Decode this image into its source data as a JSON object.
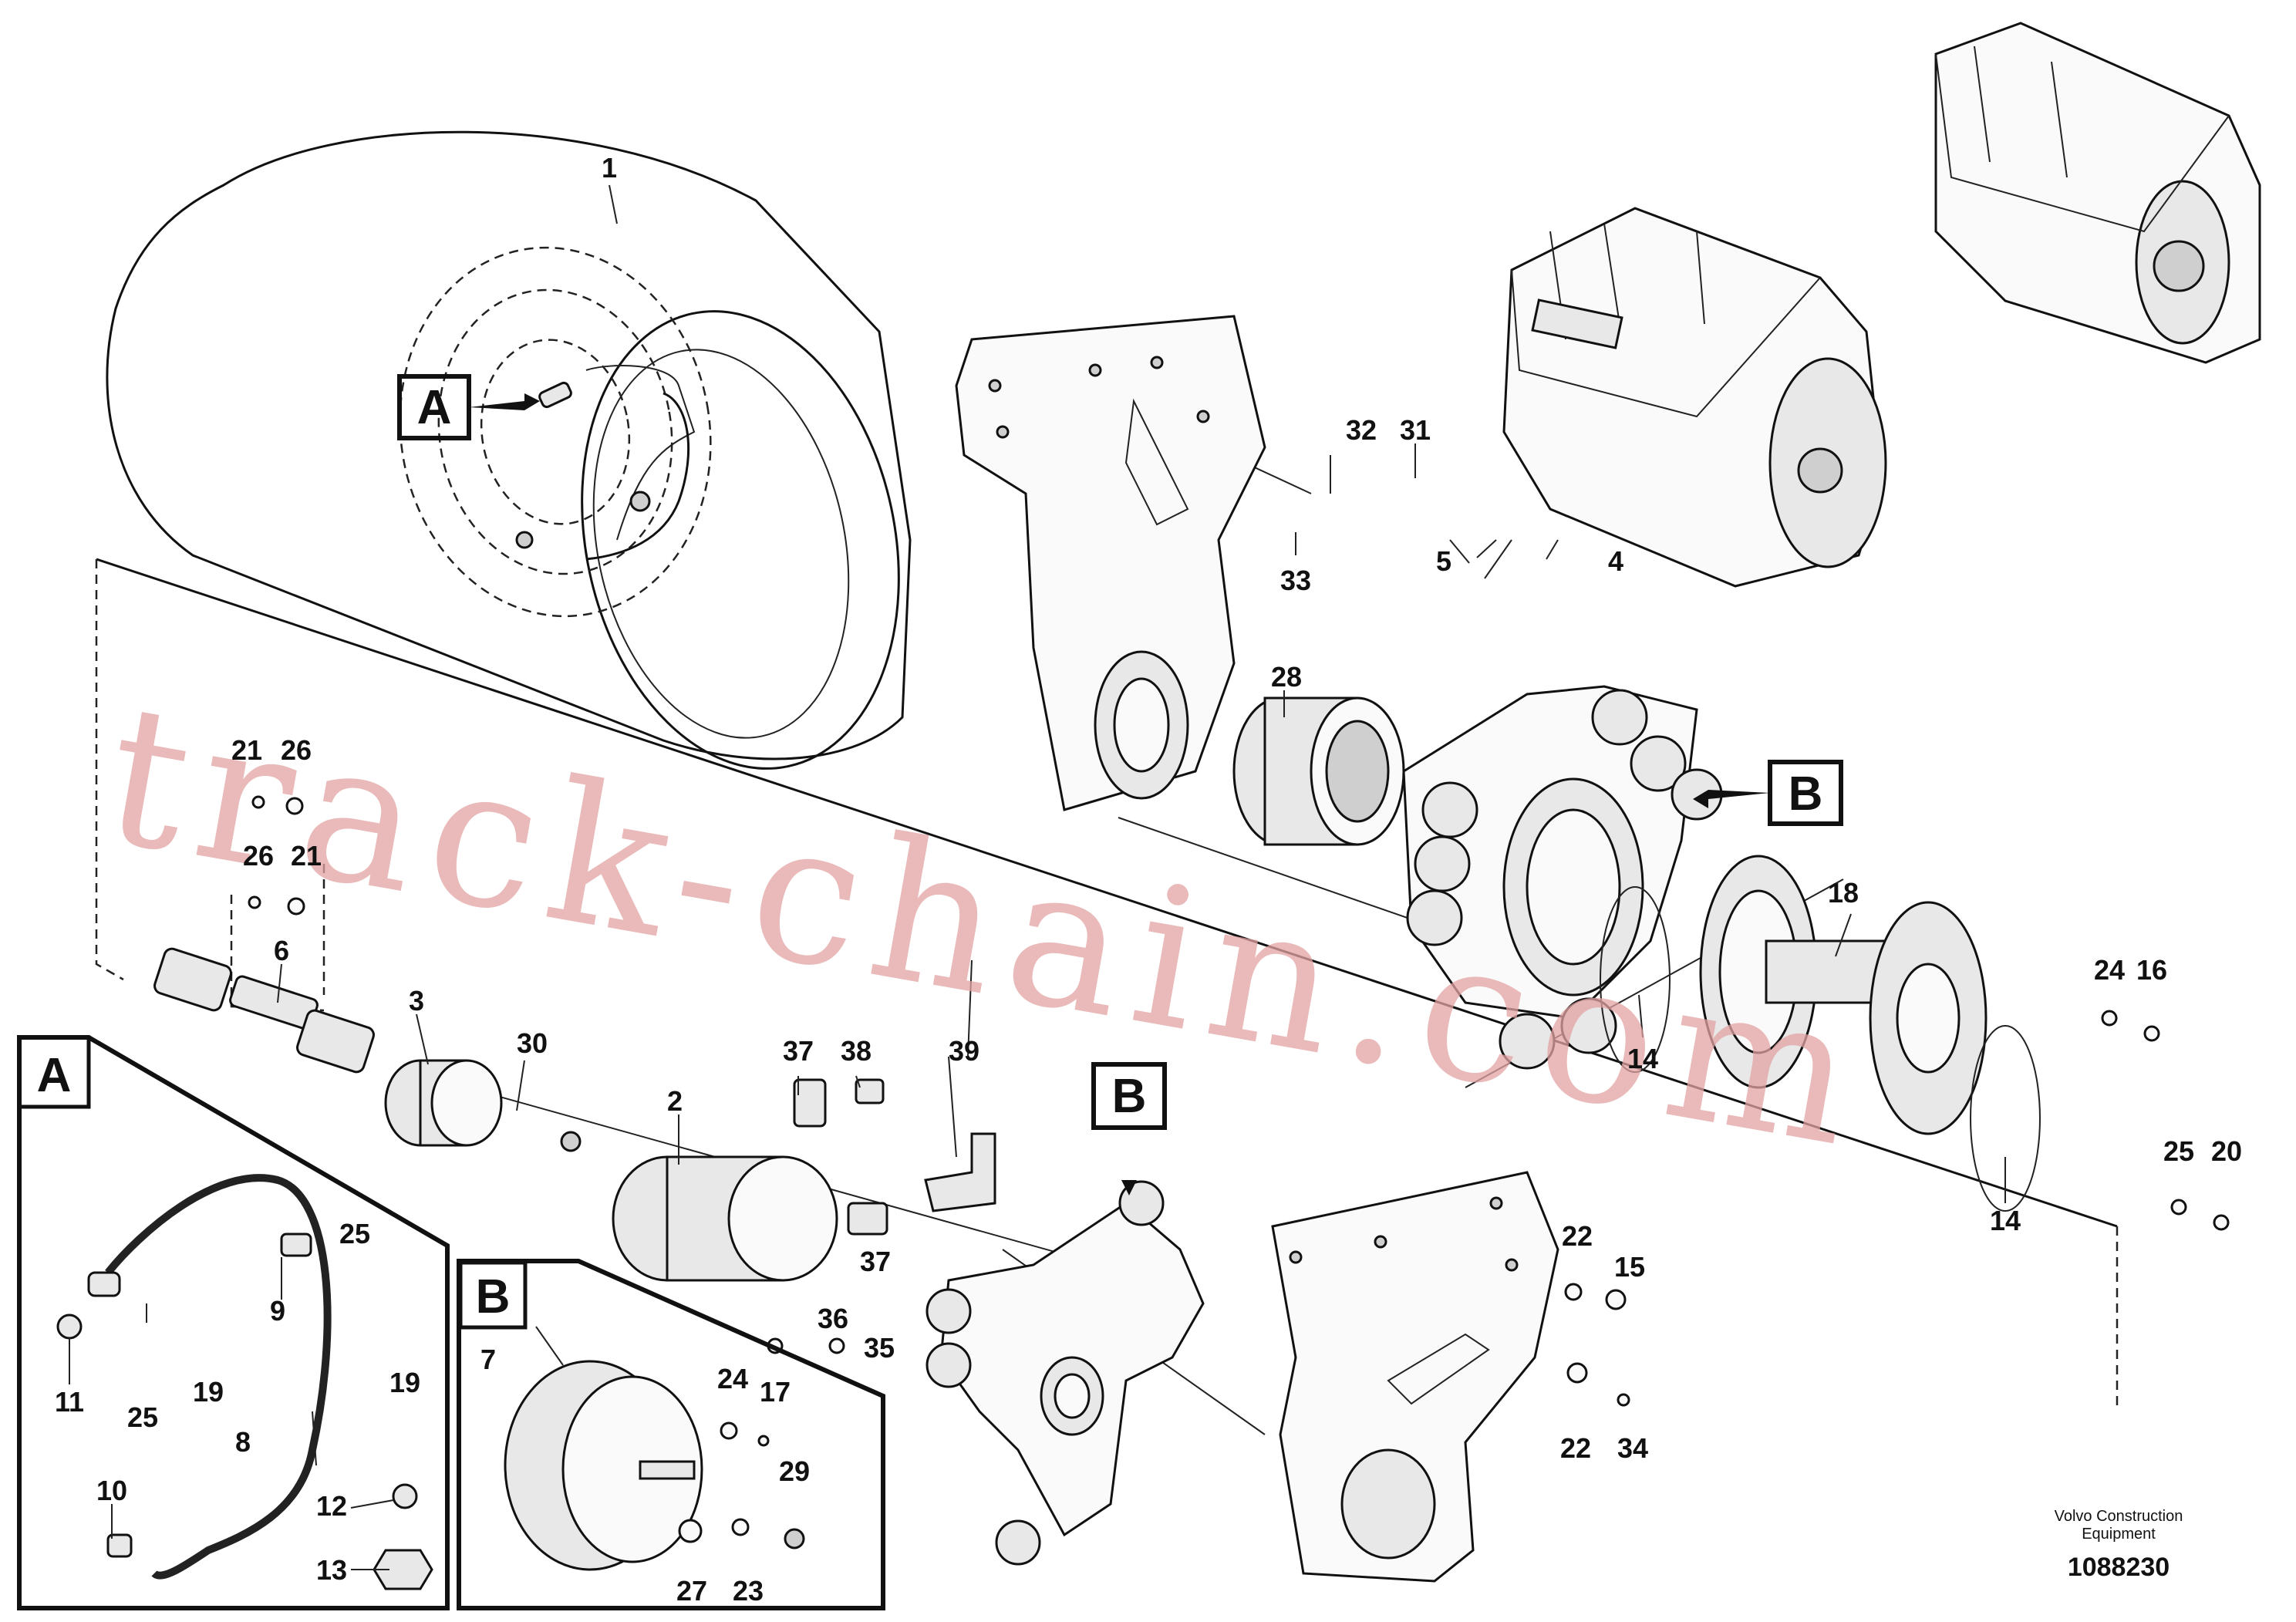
{
  "diagram": {
    "callouts": {
      "c1": "1",
      "c2": "2",
      "c3": "3",
      "c4": "4",
      "c5": "5",
      "c6": "6",
      "c7": "7",
      "c8": "8",
      "c9": "9",
      "c10": "10",
      "c11": "11",
      "c12": "12",
      "c13": "13",
      "c14a": "14",
      "c14b": "14",
      "c15": "15",
      "c16": "16",
      "c17": "17",
      "c18": "18",
      "c19a": "19",
      "c19b": "19",
      "c20": "20",
      "c21a": "21",
      "c21b": "21",
      "c22a": "22",
      "c22b": "22",
      "c23": "23",
      "c24a": "24",
      "c24b": "24",
      "c25a": "25",
      "c25b": "25",
      "c25c": "25",
      "c26a": "26",
      "c26b": "26",
      "c27": "27",
      "c28": "28",
      "c29": "29",
      "c30": "30",
      "c31": "31",
      "c32": "32",
      "c33": "33",
      "c34": "34",
      "c35": "35",
      "c36": "36",
      "c37a": "37",
      "c37b": "37",
      "c38": "38",
      "c39": "39"
    },
    "detail_markers": {
      "a_ref": "A",
      "b_ref": "B",
      "b_ref2": "B",
      "detail_a_label": "A",
      "detail_b_label": "B"
    },
    "watermark": "track-chain.com"
  },
  "footer": {
    "publisher_line1": "Volvo Construction",
    "publisher_line2": "Equipment",
    "illustration_number": "1088230"
  }
}
